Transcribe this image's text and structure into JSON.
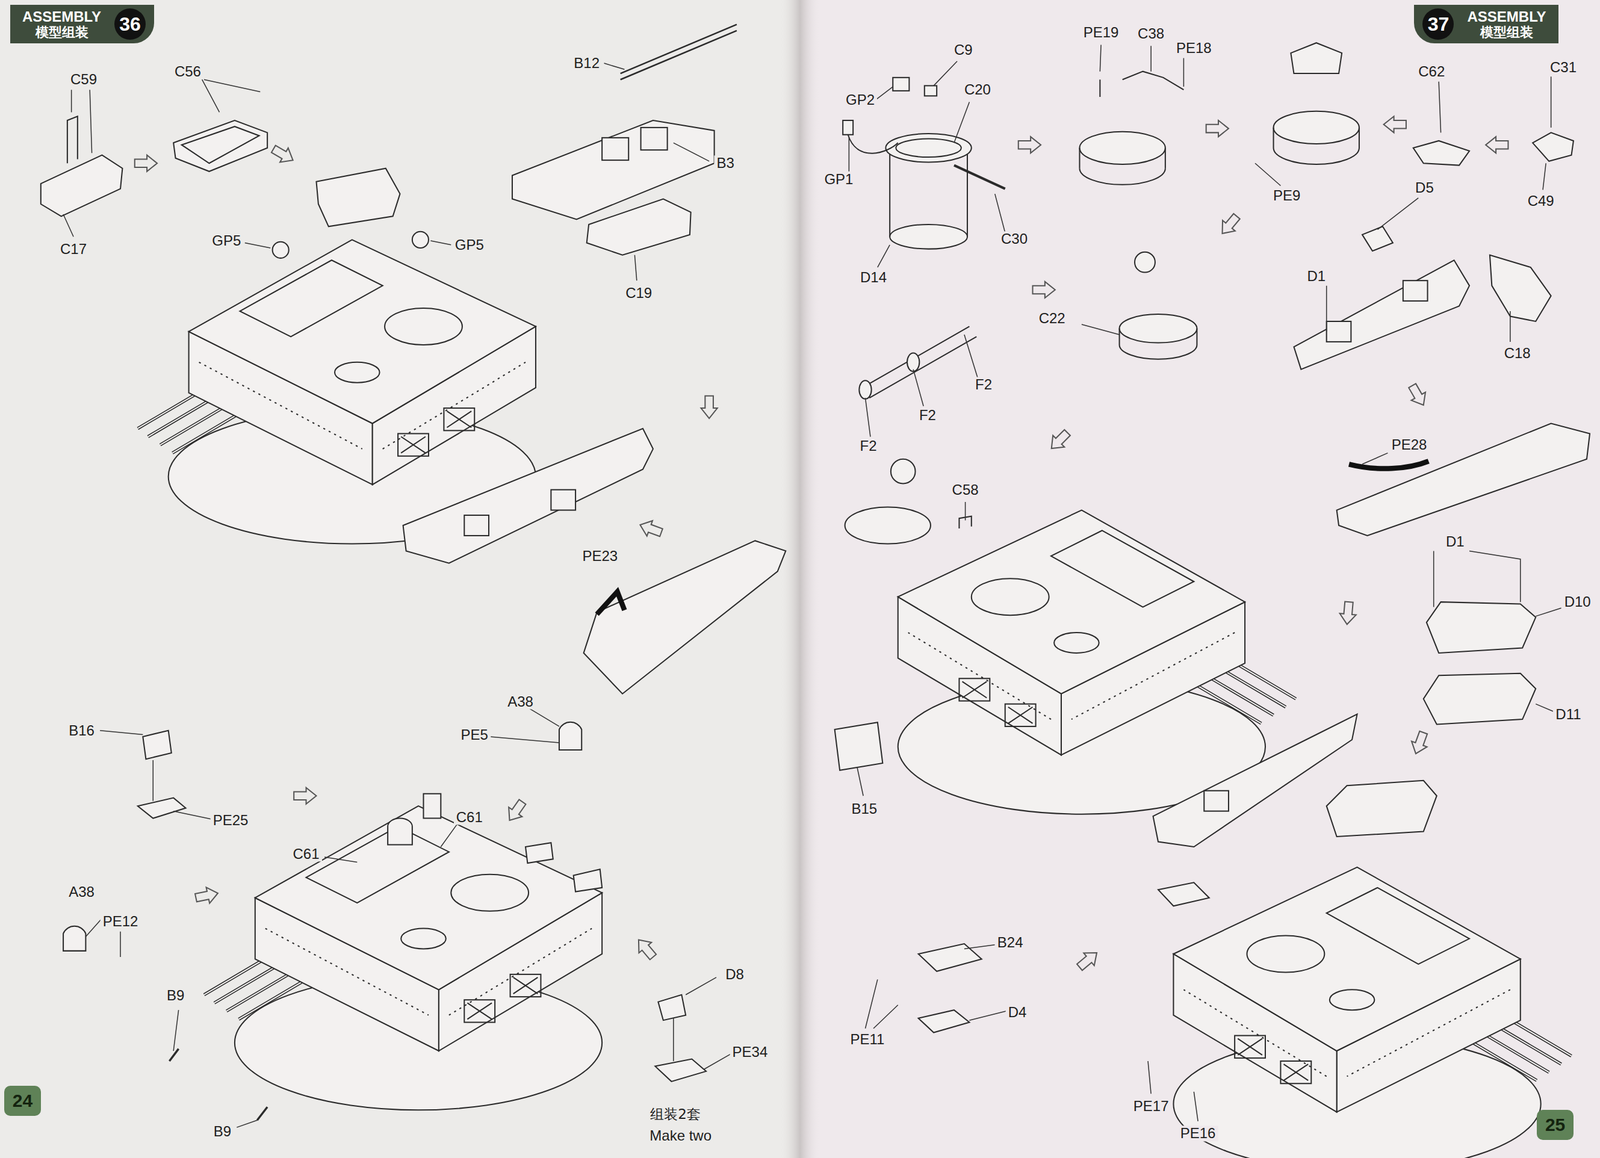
{
  "diagram": {
    "nodes": [
      {
        "text": [
          "ASSEMBLY",
          "模型组装"
        ]
      },
      {
        "text": [
          "36"
        ],
        "in": 0
      },
      {
        "text": [
          "24"
        ]
      },
      {
        "text": [
          "ASSEMBLY",
          "模型组装"
        ]
      },
      {
        "text": [
          "37"
        ],
        "in": 3
      },
      {
        "text": [
          "25"
        ]
      }
    ],
    "labels": [
      "C59",
      "C56",
      "B12",
      "B3",
      "C17",
      "GP5",
      "GP5",
      "C19",
      "PE23",
      "B16",
      "A38",
      "PE5",
      "C61",
      "C61",
      "PE25",
      "A38",
      "PE12",
      "B9",
      "D8",
      "PE34",
      "B9",
      "组装2套",
      "Make two",
      "PE19",
      "C38",
      "PE18",
      "C9",
      "GP2",
      "C20",
      "GP1",
      "C30",
      "D14",
      "PE9",
      "C62",
      "C31",
      "C49",
      "D5",
      "D1",
      "C18",
      "C22",
      "F2",
      "F2",
      "F2",
      "PE28",
      "C58",
      "D1",
      "D10",
      "D11",
      "B15",
      "B24",
      "D4",
      "PE11",
      "PE17",
      "PE16"
    ]
  }
}
